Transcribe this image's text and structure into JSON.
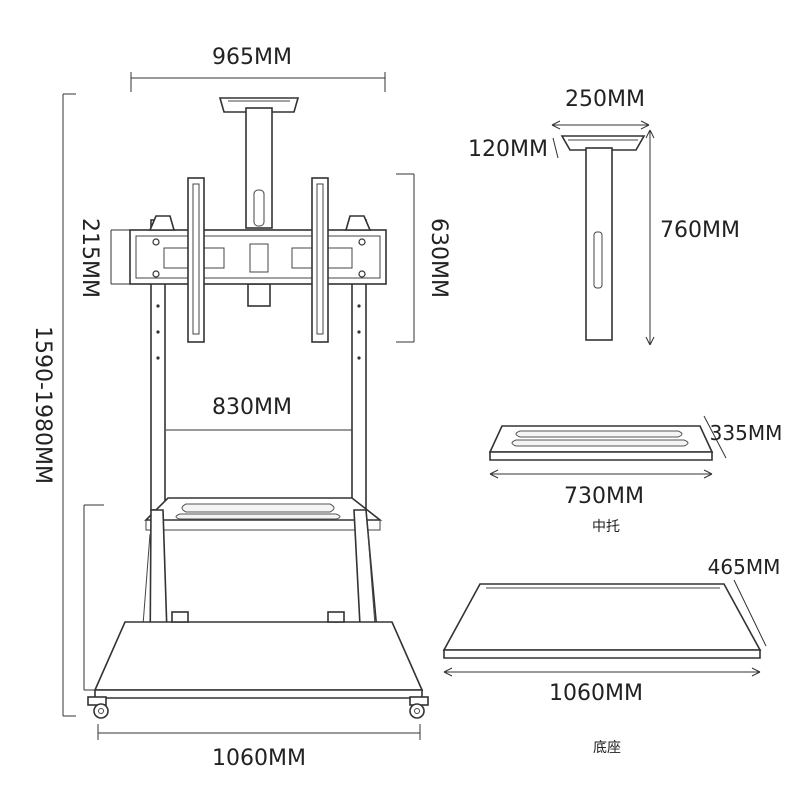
{
  "main_stand": {
    "top_width": "965MM",
    "total_height": "1590-1980MM",
    "plate_height": "215MM",
    "frame_height": "630MM",
    "inner_width": "830MM",
    "base_width": "1060MM"
  },
  "camera_arm": {
    "width": "250MM",
    "depth": "120MM",
    "height": "760MM"
  },
  "middle_tray": {
    "width": "730MM",
    "depth": "335MM",
    "caption": "中托"
  },
  "base_plate": {
    "width": "1060MM",
    "depth": "465MM",
    "caption": "底座"
  },
  "colors": {
    "line": "#333333",
    "text": "#222222",
    "background": "#ffffff"
  }
}
